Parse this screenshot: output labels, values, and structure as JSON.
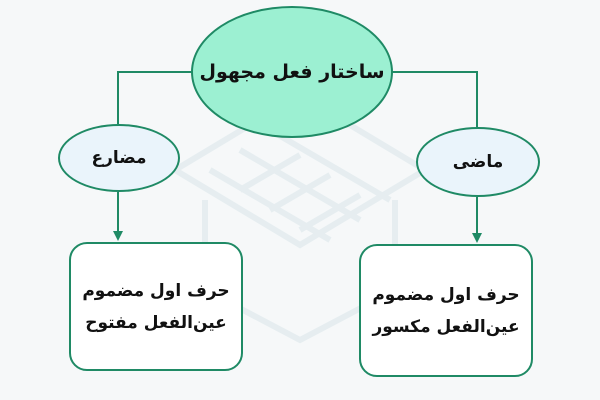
{
  "diagram": {
    "root": {
      "label": "ساختار فعل مجهول"
    },
    "branches": [
      {
        "label": "مضارع",
        "rule_lines": [
          "حرف اول مضموم",
          "عین‌الفعل مفتوح"
        ]
      },
      {
        "label": "ماضی",
        "rule_lines": [
          "حرف اول مضموم",
          "عین‌الفعل مکسور"
        ]
      }
    ]
  },
  "colors": {
    "root_fill": "#9cf0d2",
    "child_fill": "#eaf4fb",
    "stroke": "#1f8a65",
    "box_fill": "#ffffff"
  }
}
